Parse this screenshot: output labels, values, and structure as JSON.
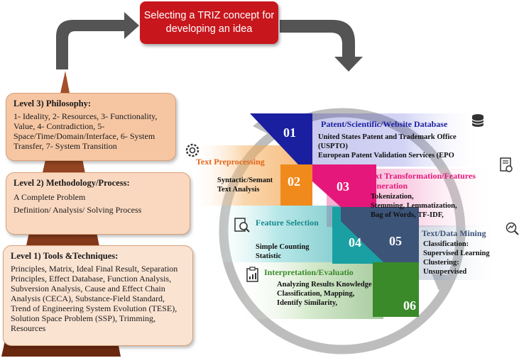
{
  "top_box": {
    "text": "Selecting a TRIZ concept for developing an idea"
  },
  "levels": [
    {
      "title": "Level 3) Philosophy:",
      "body": "1- Ideality, 2- Resources, 3- Functionality, Value, 4- Contradiction, 5- Space/Time/Domain/Interface, 6- System Transfer, 7- System Transition"
    },
    {
      "title": "Level 2) Methodology/Process:",
      "body": "A Complete Problem\nDefinition/ Analysis/ Solving Process"
    },
    {
      "title": "Level 1) Tools &Techniques:",
      "body": "Principles, Matrix, Ideal Final Result, Separation Principles, Effect Database, Function Analysis, Subversion Analysis, Cause and Effect Chain Analysis (CECA), Substance-Field Standard, Trend of Engineering System Evolution (TESE), Solution Space Problem (SSP), Trimming, Resources"
    }
  ],
  "steps": [
    {
      "num": "01",
      "title": "Patent/Scientific/Website Database",
      "body": "United States Patent and Trademark Office\n(USPTO)\nEuropean Patent Validation Services (EPO",
      "color": "#1a1fa0",
      "icon": "database-icon"
    },
    {
      "num": "02",
      "title": "Text Preprocessing",
      "body": "Syntactic/Semant\nText Analysis",
      "color": "#f08a1c",
      "icon": "gear-icon"
    },
    {
      "num": "03",
      "title": "Text Transformation/Features\nGeneration",
      "body": "Tokenization,\nStemming, Lemmatization,\nBag of Words, TF-IDF,",
      "color": "#e6177a",
      "icon": "document-settings-icon"
    },
    {
      "num": "04",
      "title": "Feature Selection",
      "body": "Simple Counting\nStatistic",
      "color": "#1aa0a3",
      "icon": "magnify-document-icon"
    },
    {
      "num": "05",
      "title": "Text/Data Mining",
      "body": "Classification:\nSupervised Learning\nClustering:\nUnsupervised",
      "color": "#3c5478",
      "icon": "analytics-icon"
    },
    {
      "num": "06",
      "title": "Interpretation/Evaluatio",
      "body": "Analyzing Results Knowledge\nClassification, Mapping,\nIdentify Similarity,",
      "color": "#3a8a2a",
      "icon": "clipboard-chart-icon"
    }
  ],
  "colors": {
    "top_box": "#c8161d",
    "arrow": "#545454",
    "pyramid": "#7a2e12",
    "ring": "#bdbdbd"
  }
}
